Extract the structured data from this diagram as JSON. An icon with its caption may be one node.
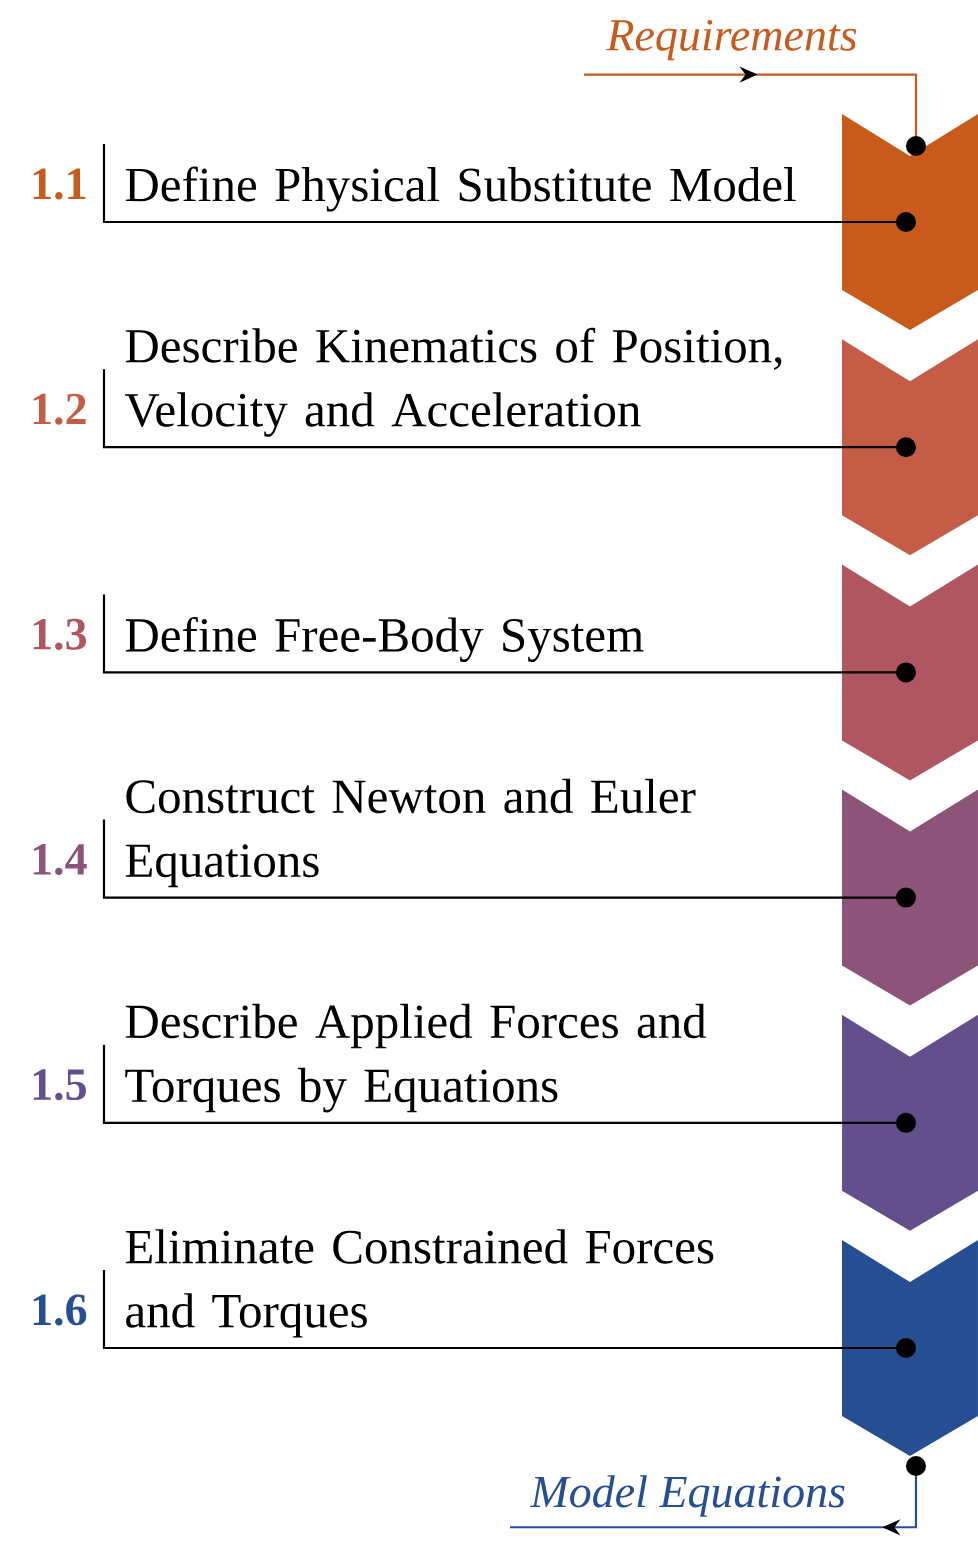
{
  "diagram": {
    "nodes": [
      {
        "text": [
          "Requirements"
        ]
      },
      {
        "text": [
          "1.1",
          "Define Physical Substitute Model"
        ]
      },
      {
        "text": [],
        "shape": "chevron"
      },
      {
        "text": [
          "1.2",
          "Describe Kinematics of Position, Velocity and Acceleration"
        ]
      },
      {
        "text": [],
        "shape": "chevron"
      },
      {
        "text": [
          "1.3",
          "Define Free-Body System"
        ]
      },
      {
        "text": [],
        "shape": "chevron"
      },
      {
        "text": [
          "1.4",
          "Construct Newton and Euler Equations"
        ]
      },
      {
        "text": [],
        "shape": "chevron"
      },
      {
        "text": [
          "1.5",
          "Describe Applied Forces and Torques by Equations"
        ]
      },
      {
        "text": [],
        "shape": "chevron"
      },
      {
        "text": [
          "1.6",
          "Eliminate Constrained Forces and Torques"
        ]
      },
      {
        "text": [],
        "shape": "chevron"
      },
      {
        "text": [
          "Model Equations"
        ]
      }
    ],
    "edges": [
      {
        "from": 0,
        "to": 2,
        "arrow": "to",
        "color": "#c85a1b"
      },
      {
        "from": 1,
        "to": 2,
        "arrow": "other"
      },
      {
        "from": 3,
        "to": 4,
        "arrow": "other"
      },
      {
        "from": 5,
        "to": 6,
        "arrow": "other"
      },
      {
        "from": 7,
        "to": 8,
        "arrow": "other"
      },
      {
        "from": 9,
        "to": 10,
        "arrow": "other"
      },
      {
        "from": 11,
        "to": 12,
        "arrow": "other"
      },
      {
        "from": 12,
        "to": 13,
        "arrow": "to",
        "color": "#264f93"
      }
    ]
  }
}
